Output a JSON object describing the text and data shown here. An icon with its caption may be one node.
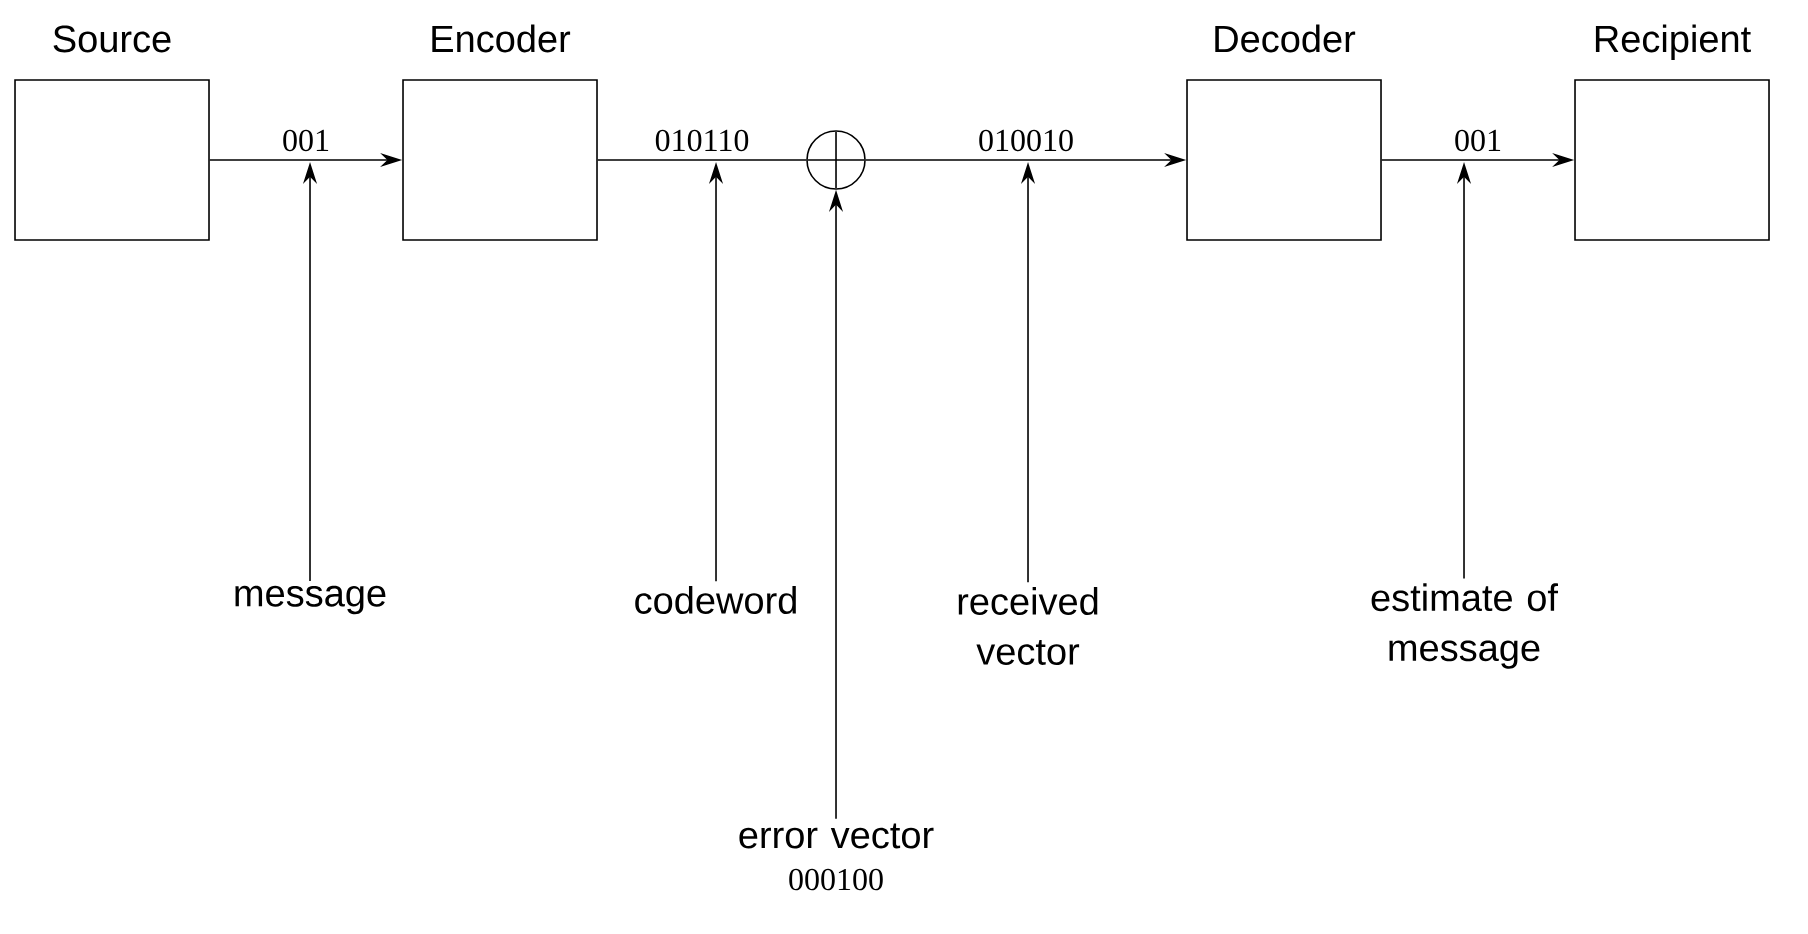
{
  "diagram": {
    "nodes": [
      {
        "text": [
          "Source"
        ]
      },
      {
        "text": [
          "Encoder"
        ]
      },
      {
        "text": [],
        "shape": "circle"
      },
      {
        "text": [
          "Decoder"
        ]
      },
      {
        "text": [
          "Recipient"
        ]
      },
      {
        "text": [
          "message"
        ]
      },
      {
        "text": [
          "codeword"
        ]
      },
      {
        "text": [
          "received vector"
        ]
      },
      {
        "text": [
          "estimate of message"
        ]
      },
      {
        "text": [
          "error vector"
        ],
        "beside": [
          "000100"
        ]
      }
    ],
    "edges": [
      {
        "from": 0,
        "to": 1,
        "arrow": "to",
        "label": "001"
      },
      {
        "from": 1,
        "to": 2,
        "arrow": "none",
        "label": "010110"
      },
      {
        "from": 2,
        "to": 3,
        "arrow": "to",
        "label": "010010"
      },
      {
        "from": 3,
        "to": 4,
        "arrow": "to",
        "label": "001"
      },
      {
        "from": 5,
        "to": null,
        "arrow": "to"
      },
      {
        "from": 6,
        "to": null,
        "arrow": "to"
      },
      {
        "from": 7,
        "to": null,
        "arrow": "to"
      },
      {
        "from": 8,
        "to": null,
        "arrow": "to"
      },
      {
        "from": 9,
        "to": 2,
        "arrow": "to"
      }
    ]
  }
}
